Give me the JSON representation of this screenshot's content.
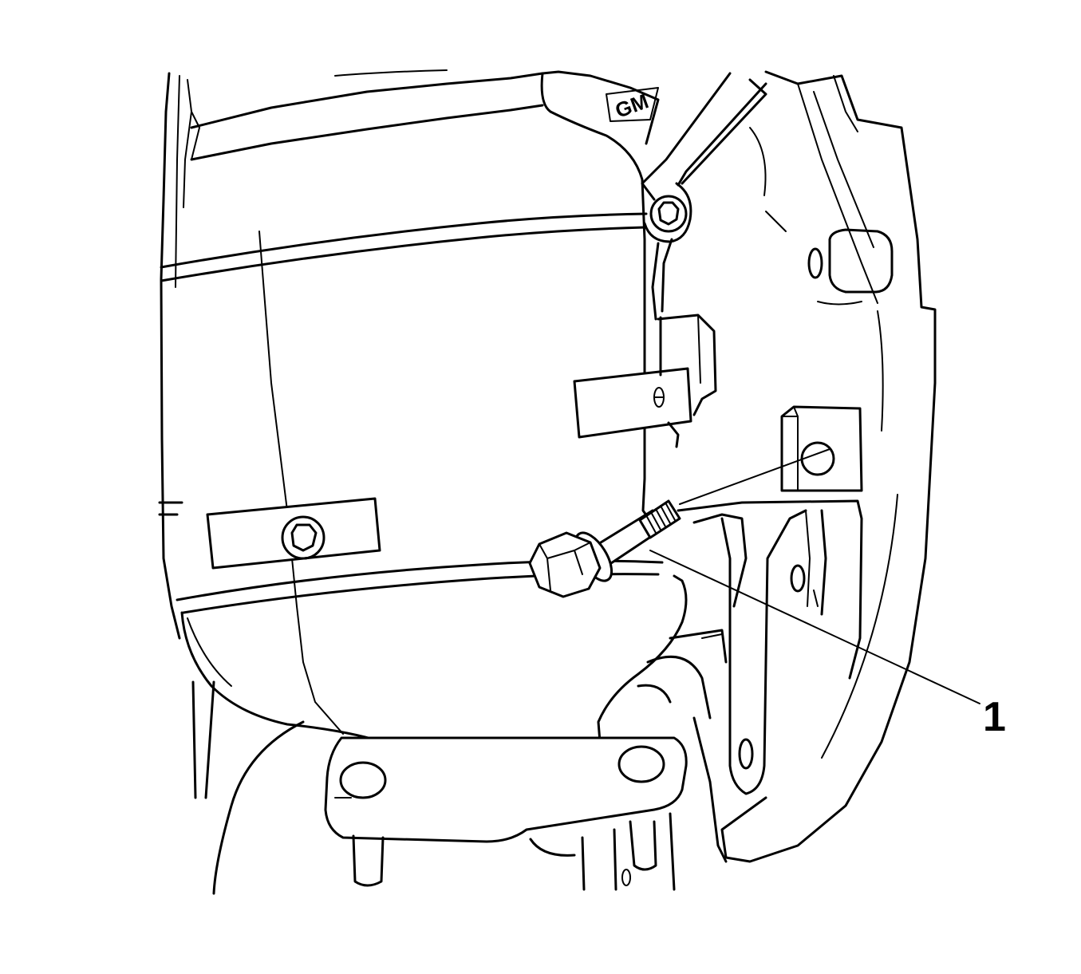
{
  "diagram": {
    "stamp_text": "GM",
    "callouts": [
      {
        "number": "1",
        "target": "bolt"
      }
    ],
    "colors": {
      "line": "#000000",
      "background": "#ffffff"
    }
  }
}
